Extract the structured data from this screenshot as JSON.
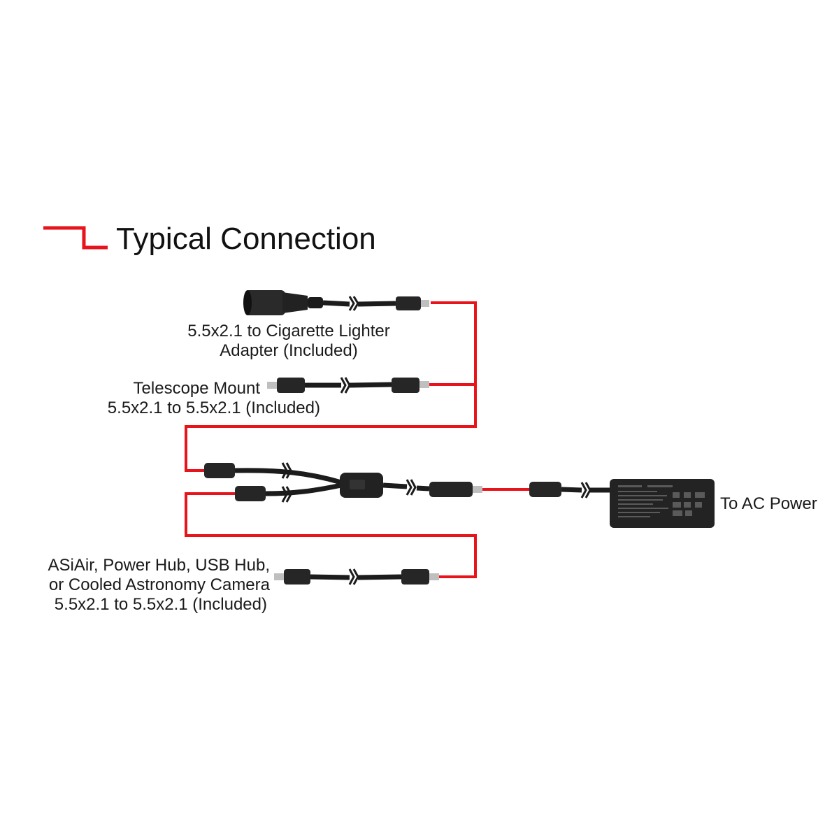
{
  "colors": {
    "wire": "#e8141c",
    "cable": "#1c1c1c",
    "connector": "#262626",
    "adapter_body": "#232323",
    "text": "#1a1a1a"
  },
  "legend": {
    "label": "Typical Connection"
  },
  "labels": {
    "cigarette_adapter": {
      "line1": "5.5x2.1 to Cigarette Lighter",
      "line2": "Adapter (Included)"
    },
    "telescope_mount": {
      "line1": "Telescope Mount",
      "line2": "5.5x2.1 to 5.5x2.1 (Included)"
    },
    "devices": {
      "line1": "ASiAir, Power Hub, USB Hub,",
      "line2": "or Cooled Astronomy Camera",
      "line3": "5.5x2.1 to 5.5x2.1 (Included)"
    },
    "ac_power": "To AC Power"
  },
  "components": [
    "cigarette-lighter-adapter-cable",
    "telescope-mount-cable",
    "y-splitter-cable",
    "device-cable",
    "ac-dc-adapter"
  ]
}
